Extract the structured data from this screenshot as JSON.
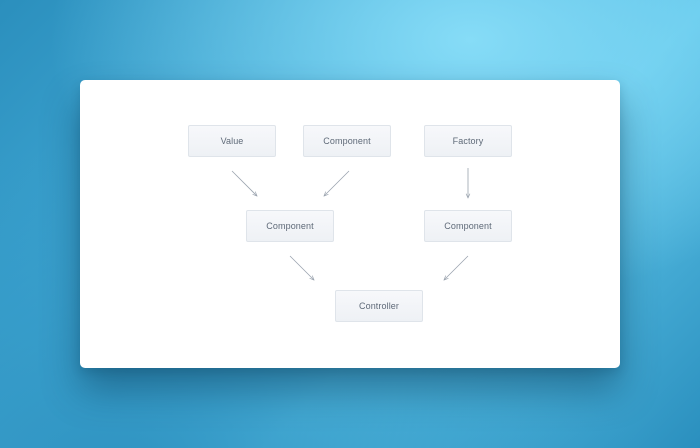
{
  "diagram": {
    "nodes": [
      {
        "id": "value",
        "label": "Value"
      },
      {
        "id": "component-top",
        "label": "Component"
      },
      {
        "id": "factory",
        "label": "Factory"
      },
      {
        "id": "component-left",
        "label": "Component"
      },
      {
        "id": "component-right",
        "label": "Component"
      },
      {
        "id": "controller",
        "label": "Controller"
      }
    ],
    "edges": [
      {
        "from": "value",
        "to": "component-left"
      },
      {
        "from": "component-top",
        "to": "component-left"
      },
      {
        "from": "factory",
        "to": "component-right"
      },
      {
        "from": "component-left",
        "to": "controller"
      },
      {
        "from": "component-right",
        "to": "controller"
      }
    ],
    "colors": {
      "node_text": "#5f6a78",
      "node_border": "#dfe4ea",
      "edge": "#9aa3ae"
    }
  }
}
